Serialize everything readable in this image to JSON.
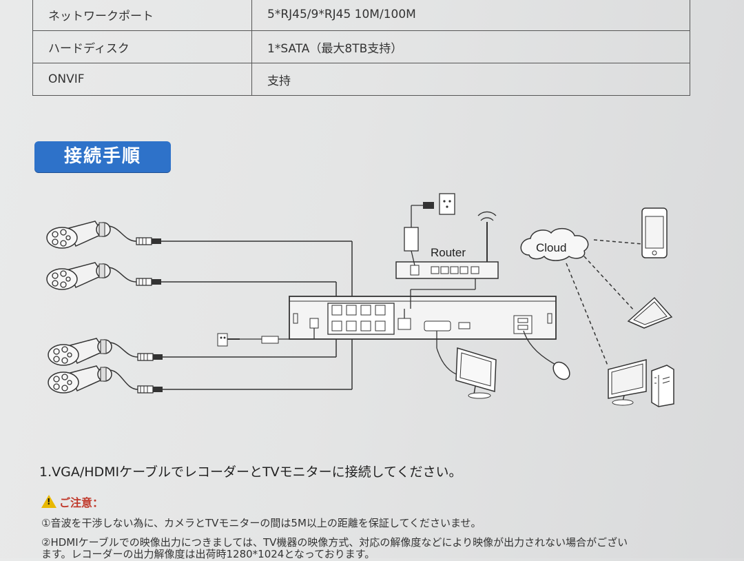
{
  "spec_table": {
    "rows": [
      {
        "label": "ネットワークポート",
        "value": "5*RJ45/9*RJ45  10M/100M"
      },
      {
        "label": "ハードディスク",
        "value": "1*SATA（最大8TB支持）"
      },
      {
        "label": "ONVIF",
        "value": "支持"
      }
    ]
  },
  "section_title": "接続手順",
  "diagram": {
    "router_label": "Router",
    "cloud_label": "Cloud"
  },
  "instruction": "1.VGA/HDMIケーブルでレコーダーとTVモニターに接続してください。",
  "notes": {
    "title": "ご注意：",
    "items": [
      "①音波を干渉しない為に、カメラとTVモニターの間は5M以上の距離を保証してくださいませ。",
      "②HDMIケーブルでの映像出力につきましては、TV機器の映像方式、対応の解像度などにより映像が出力されない場合がござい",
      "ます。レコーダーの出力解像度は出荷時1280*1024となっております。"
    ]
  }
}
